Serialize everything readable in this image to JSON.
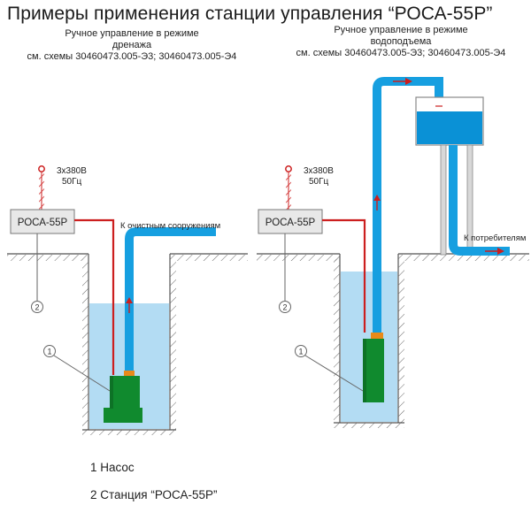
{
  "title": "Примеры применения станции управления “РОСА-55Р”",
  "left": {
    "mode_line1": "Ручное управление в режиме",
    "mode_line2": "дренажа",
    "schemes": "см. схемы 30460473.005-Э3; 30460473.005-Э4",
    "power_line1": "3х380В",
    "power_line2": "50Гц",
    "station_label": "РОСА-55Р",
    "destination": "К очистным сооружениям",
    "marker_station": "2",
    "marker_pump": "1"
  },
  "right": {
    "mode_line1": "Ручное управление в режиме",
    "mode_line2": "водоподъема",
    "schemes": "см. схемы 30460473.005-Э3; 30460473.005-Э4",
    "power_line1": "3х380В",
    "power_line2": "50Гц",
    "station_label": "РОСА-55Р",
    "destination": "К потребителям",
    "marker_station": "2",
    "marker_pump": "1"
  },
  "legend": {
    "item1": "1 Насос",
    "item2": "2 Станция “РОСА-55Р”"
  },
  "colors": {
    "water": "#b3dcf3",
    "pipe": "#169fe0",
    "tank_water": "#0a91d6",
    "pump_green": "#108a2e",
    "pump_orange": "#e88a1a",
    "cable_red": "#cc1f1f",
    "station_fill": "#e8e8e8",
    "ground": "#555555"
  }
}
